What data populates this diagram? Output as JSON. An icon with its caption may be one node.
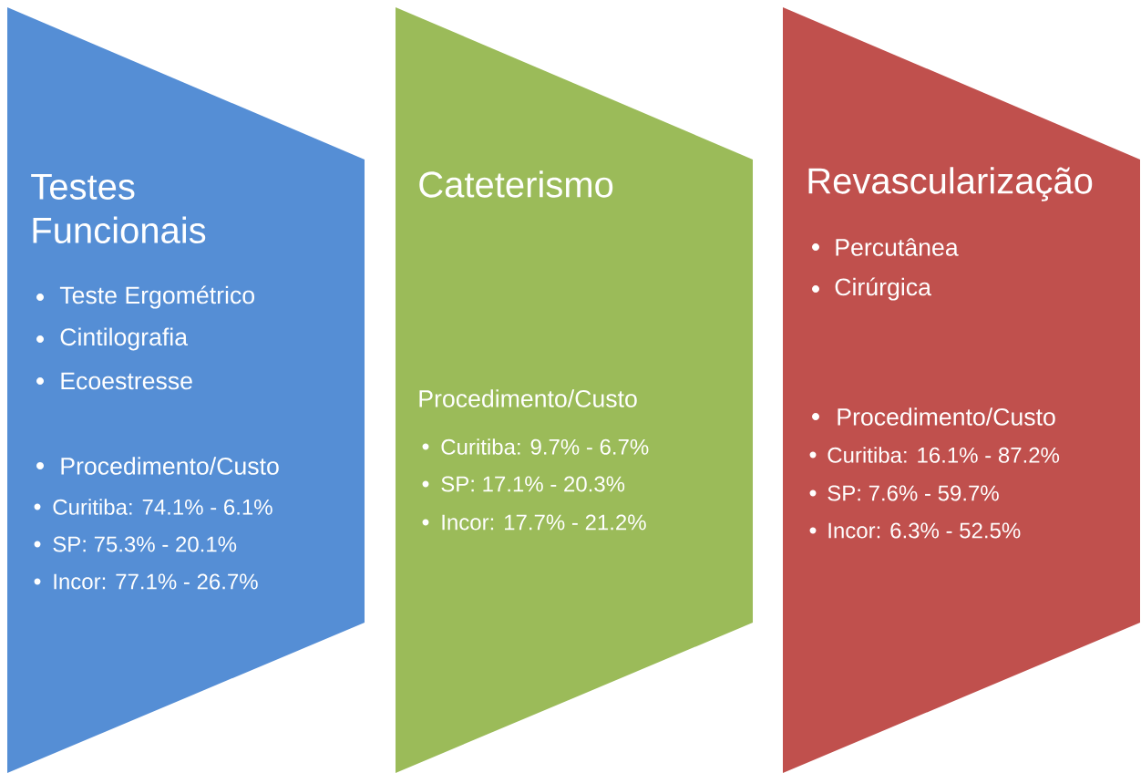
{
  "diagram": {
    "nodes": [
      {
        "text": [
          "Testes Funcionais",
          "Teste Ergométrico",
          "Cintilografia",
          "Ecoestresse",
          "Procedimento/Custo",
          "Curitiba: 74.1% - 6.1%",
          "SP: 75.3% - 20.1%",
          "Incor: 77.1% - 26.7%"
        ]
      },
      {
        "text": [
          "Cateterismo",
          "Procedimento/Custo",
          "Curitiba: 9.7% - 6.7%",
          "SP: 17.1% - 20.3%",
          "Incor: 17.7% - 21.2%"
        ]
      },
      {
        "text": [
          "Revascularização",
          "Percutânea",
          "Cirúrgica",
          "Procedimento/Custo",
          "Curitiba: 16.1% - 87.2%",
          "SP: 7.6% - 59.7%",
          "Incor: 6.3% - 52.5%"
        ]
      }
    ]
  }
}
